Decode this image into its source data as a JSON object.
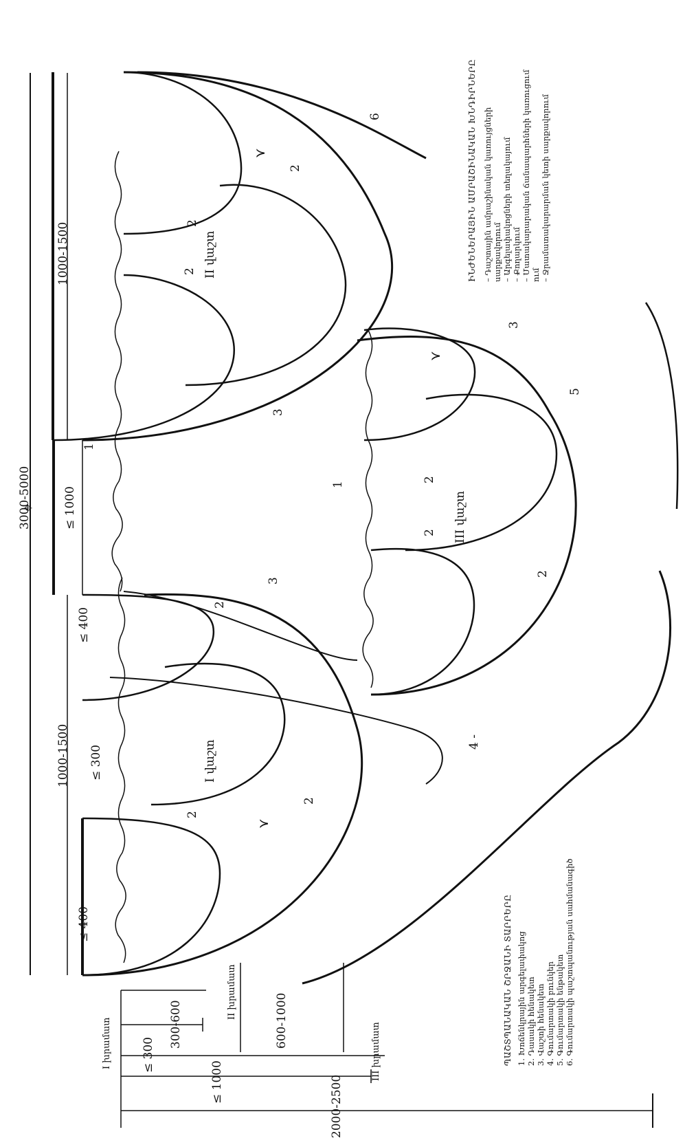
{
  "legend_left": {
    "title": "ՊԱՇՏՊԱՆԱԿԱՆ ՇՐՋԱՆԻ ՏԱՐՐԵՐԸ",
    "items": [
      "1. Խոճենկրային արգելափակոց",
      "2. Դասակի հենակետ",
      "3. Վաշտի հենակետ",
      "4. Գումարտակի բունկեր",
      "5. Գումարտակի ենթակետ",
      "6. Գումարտակի պաշտպանության սահմանագիծ"
    ]
  },
  "legend_right": {
    "title": "ԻՆԺԵՆԵՐԱՅԻՆ ԱՄՐԱՇԻՆԱԿԱՆ ԽՆԴԻՐՆԵՐԸ",
    "items": [
      "– Դաշտային ամրաշինական կառույցների",
      "  սարքավորում",
      "– Արգելափակոցների տեղակայում",
      "– Քողարկում",
      "– Մատակարարական ճանապարհների կառուցում",
      "  ում",
      "– Ջրամատակարարման կետի սարքավորում"
    ]
  },
  "companies": {
    "one": "I վաշտ",
    "two": "II վաշտ",
    "three": "III վաշտ"
  },
  "position_labels": {
    "one": "I խրամատ",
    "two": "II խրամատ",
    "three": "III խրամատ"
  },
  "dimensions": {
    "width_total": "3000-5000",
    "width_gap": "≤ 1000",
    "width_company": "1000-1500",
    "spacing_400": "≤ 400",
    "spacing_300": "≤ 300",
    "depth_300": "≤ 300",
    "depth_300_600": "300-600",
    "depth_600_1000": "600-1000",
    "depth_1000": "≤ 1000",
    "depth_total": "2000-2500"
  },
  "numbers": {
    "n1": "1",
    "n2": "2",
    "n3": "3",
    "n4": "4 -",
    "n5": "5",
    "n6": "6"
  },
  "colors": {
    "ink": "#111111",
    "paper": "#ffffff"
  }
}
